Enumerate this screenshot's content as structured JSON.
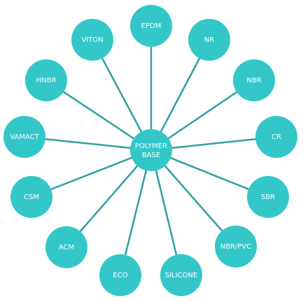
{
  "diagram": {
    "center": {
      "label_line1": "POLYMER",
      "label_line2": "BASE"
    },
    "nodes": [
      {
        "label": "EPDM"
      },
      {
        "label": "NR"
      },
      {
        "label": "NBR"
      },
      {
        "label": "CR"
      },
      {
        "label": "SBR"
      },
      {
        "label": "NBR/PVC"
      },
      {
        "label": "SILICONE"
      },
      {
        "label": "ECO"
      },
      {
        "label": "ACM"
      },
      {
        "label": "CSM"
      },
      {
        "label": "VAMACT"
      },
      {
        "label": "HNBR"
      },
      {
        "label": "VITON"
      }
    ],
    "colors": {
      "node_fill": "#33c7c9",
      "line": "#2f9fa1",
      "text": "#ffffff"
    }
  }
}
